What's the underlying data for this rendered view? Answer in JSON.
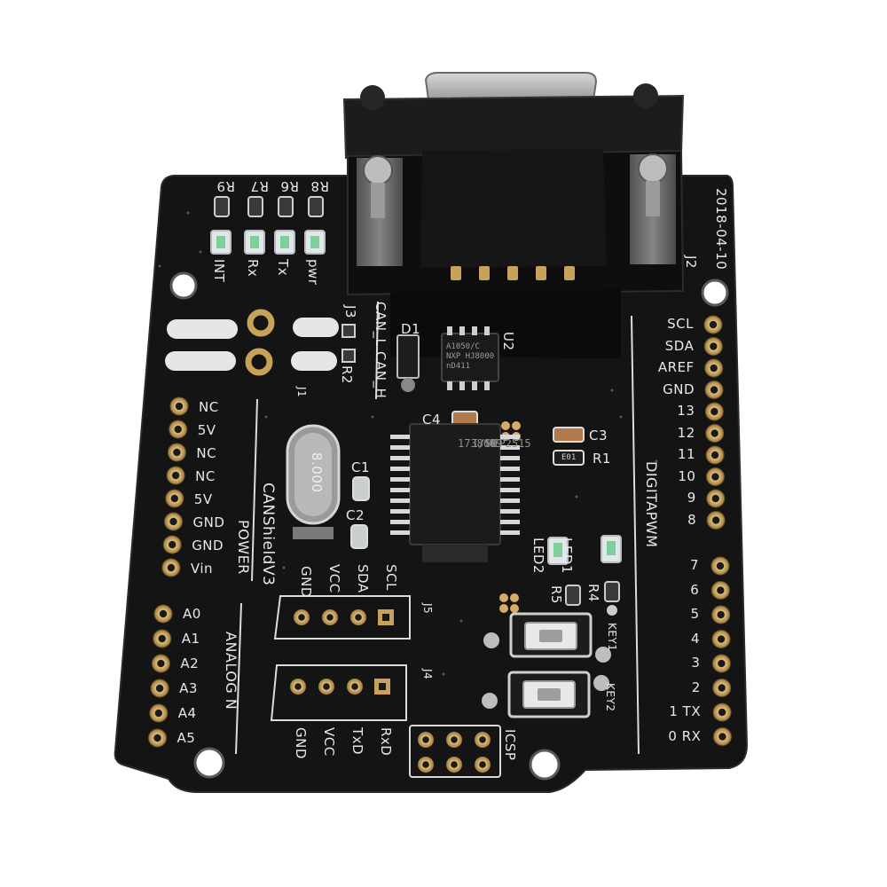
{
  "board": {
    "name": "CANShieldV3",
    "date": "2018-04-10",
    "connector_ref": "J2",
    "crystal_ref": "J1",
    "crystal_value": "8.000",
    "can_header_ref": "J3",
    "can_labels": [
      "CAN_L",
      "CAN_H"
    ],
    "colors": {
      "pcb": "#141414",
      "silk": "#e8e8e8",
      "gold": "#c9a25a",
      "white_bg": "#ffffff"
    }
  },
  "leds": {
    "refs": [
      "R9",
      "R7",
      "R6",
      "R8"
    ],
    "labels": [
      "INT",
      "Rx",
      "Tx",
      "pwr"
    ]
  },
  "power_header": {
    "title": "POWER",
    "pins": [
      "NC",
      "5V",
      "NC",
      "NC",
      "5V",
      "GND",
      "GND",
      "Vin"
    ]
  },
  "analog_header": {
    "title": "ANALOG N",
    "pins": [
      "A0",
      "A1",
      "A2",
      "A3",
      "A4",
      "A5"
    ]
  },
  "digital_header": {
    "title": "DIGITAPWM",
    "upper_pins": [
      "SCL",
      "SDA",
      "AREF",
      "GND",
      "13",
      "12",
      "11",
      "10",
      "9",
      "8"
    ],
    "lower_pins": [
      "7",
      "6",
      "5",
      "4",
      "3",
      "2",
      "1 TX",
      "0 RX"
    ]
  },
  "j5": {
    "ref": "J5",
    "pins": [
      "GND",
      "VCC",
      "SDA",
      "SCL"
    ]
  },
  "j4": {
    "ref": "J4",
    "pins": [
      "GND",
      "VCC",
      "TxD",
      "RxD"
    ]
  },
  "components": {
    "d1": "D1",
    "u2": "U2",
    "u2_marking": [
      "A1050/C",
      "NXP HJ8000",
      "nD411"
    ],
    "c4": "C4",
    "c3": "C3",
    "r1": "R1",
    "c1": "C1",
    "c2": "C2",
    "r2": "R2",
    "mcp_marking": [
      "MCP2515",
      "I/SO",
      "1738609"
    ],
    "led1": "LED1",
    "led2": "LED2",
    "r4": "R4",
    "r5": "R5",
    "key1": "KEY1",
    "key2": "KEY2",
    "icsp": "ICSP",
    "r1_marking": "E01"
  },
  "icons": [
    "db9-connector-icon",
    "crystal-icon",
    "ic-chip-icon",
    "pushbutton-icon",
    "header-pin-icon"
  ]
}
